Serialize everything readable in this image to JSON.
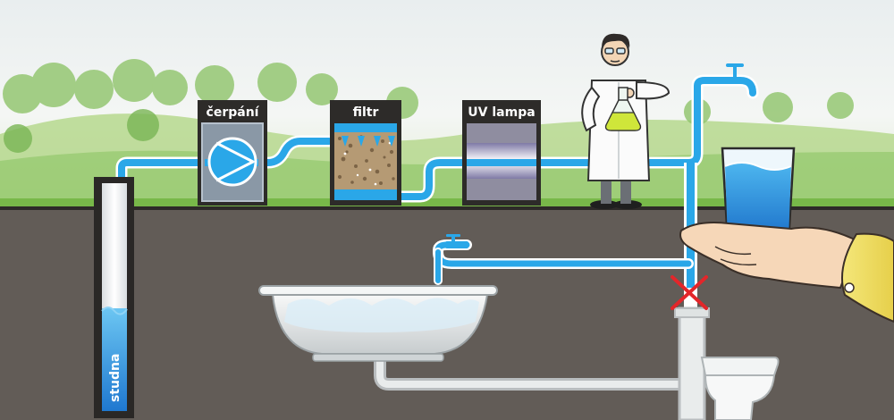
{
  "labels": {
    "pump": "čerpání",
    "filter": "filtr",
    "uv": "UV lampa",
    "well": "studna"
  },
  "colors": {
    "water": "#2aa7e8",
    "water_dark": "#1f73c9",
    "ground": "#615b56",
    "grass": "#7fbd4f",
    "sky": "#eef3f3",
    "cross": "#e3262a"
  }
}
